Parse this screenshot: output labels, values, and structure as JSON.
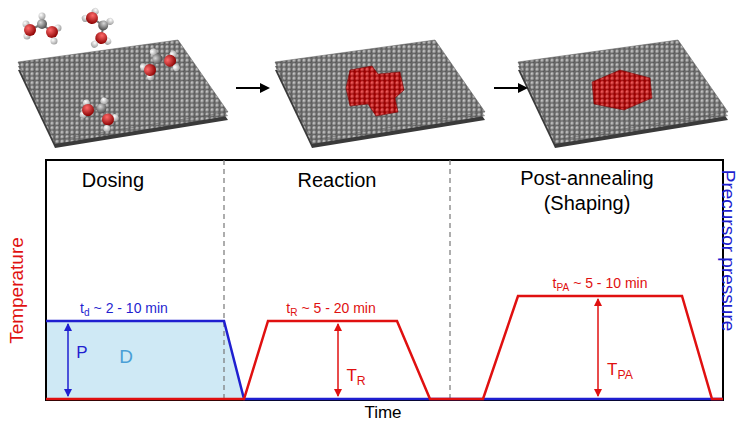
{
  "diagram": {
    "labels": [
      "Dosing",
      "Reaction",
      "Post-annealing",
      "(Shaping)",
      "Temperature",
      "Precursor pressure",
      "Time",
      "t",
      "d",
      "~ 2 - 10 min",
      "P",
      "D",
      "t",
      "R",
      "~ 5 - 20 min",
      "T",
      "R",
      "t",
      "PA",
      "~ 5 - 10 min",
      "T",
      "PA"
    ]
  }
}
